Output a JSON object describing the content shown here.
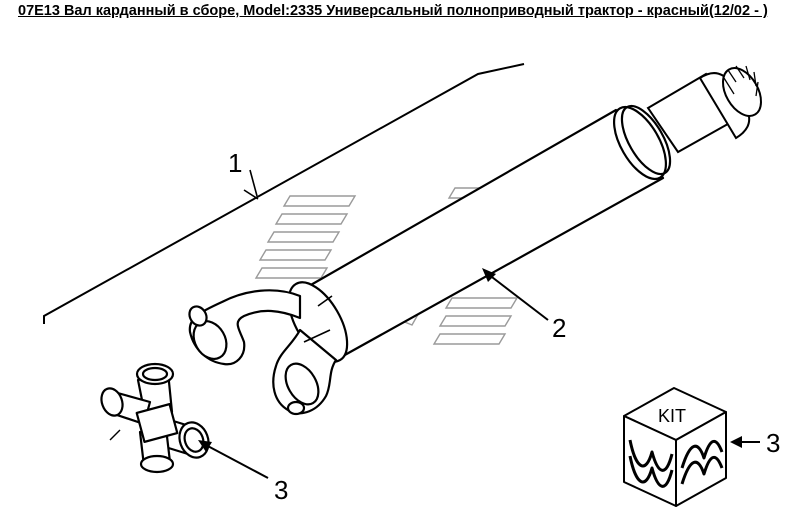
{
  "title": "07E13 Вал карданный в сборе, Model:2335 Универсальный полноприводный трактор - красный(12/02 - )",
  "callouts": {
    "assembly": "1",
    "shaft": "2",
    "cross_joint": "3",
    "kit_ref": "3"
  },
  "kit_label": "KIT",
  "colors": {
    "line": "#000000",
    "fill": "#ffffff",
    "watermark": "#9a9a9a"
  },
  "icons": [
    "watermark-logo-icon",
    "kit-box-icon"
  ]
}
